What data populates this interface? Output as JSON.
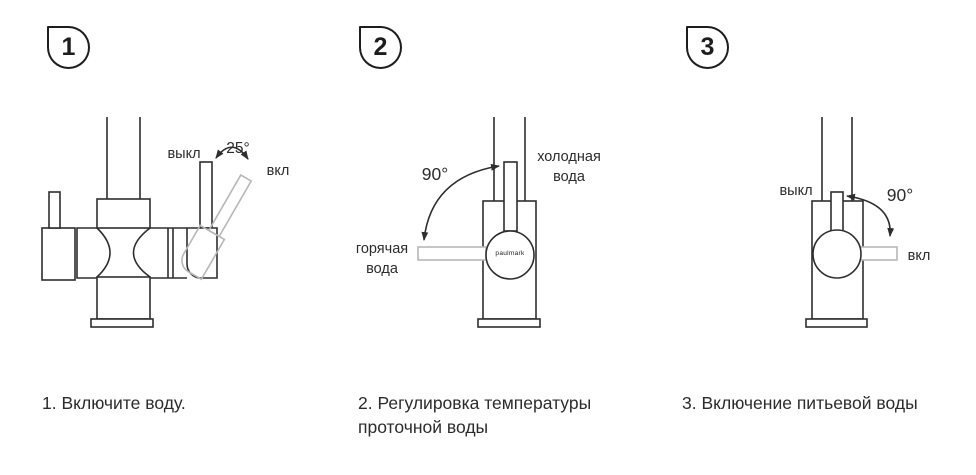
{
  "colors": {
    "background": "#ffffff",
    "line": "#2e2e2e",
    "ghost_gray": "#b7b7b7",
    "text": "#2c2c2c"
  },
  "steps": [
    {
      "badge": "1",
      "caption": "1. Включите воду.",
      "labels": {
        "off": "выкл",
        "angle": "25°",
        "on": "вкл"
      }
    },
    {
      "badge": "2",
      "caption": "2. Регулировка температуры проточной воды",
      "labels": {
        "angle": "90°",
        "cold": "холодная вода",
        "hot": "горячая вода"
      },
      "brand": "paulmark"
    },
    {
      "badge": "3",
      "caption": "3. Включение питьевой воды",
      "labels": {
        "off": "выкл",
        "angle": "90°",
        "on": "вкл"
      }
    }
  ]
}
